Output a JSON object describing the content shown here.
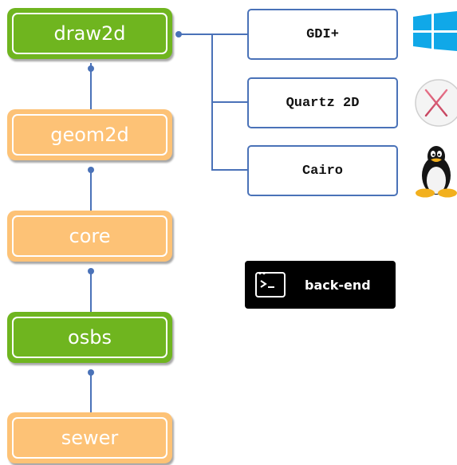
{
  "libraries": [
    {
      "name": "draw2d",
      "color": "#6fb51f"
    },
    {
      "name": "geom2d",
      "color": "#fdc276"
    },
    {
      "name": "core",
      "color": "#fdc276"
    },
    {
      "name": "osbs",
      "color": "#6fb51f"
    },
    {
      "name": "sewer",
      "color": "#fdc276"
    }
  ],
  "backends": [
    {
      "name": "GDI+",
      "icon": "windows-logo-icon"
    },
    {
      "name": "Quartz 2D",
      "icon": "macos-x-logo-icon"
    },
    {
      "name": "Cairo",
      "icon": "linux-tux-icon"
    }
  ],
  "legend": {
    "label": "back-end",
    "icon": "terminal-icon"
  },
  "colors": {
    "connector": "#4a72b8",
    "green": "#6fb51f",
    "orange": "#fdc276"
  }
}
